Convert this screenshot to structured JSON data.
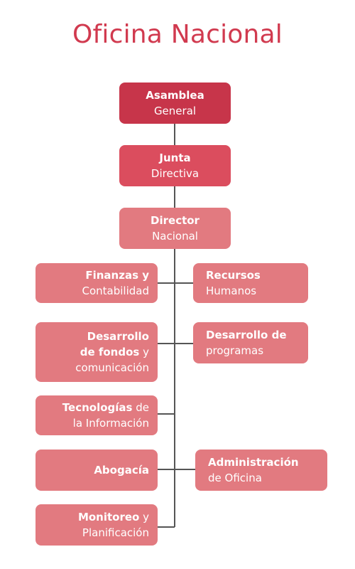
{
  "title": "Oficina Nacional",
  "chart_nodes": {
    "asamblea": {
      "bold": "Asamblea",
      "rest": "General"
    },
    "junta": {
      "bold": "Junta",
      "rest": "Directiva"
    },
    "director": {
      "bold": "Director",
      "rest": "Nacional"
    },
    "finanzas": {
      "line1_bold": "Finanzas y",
      "line2": "Contabilidad"
    },
    "recursos": {
      "line1_bold": "Recursos",
      "line2": "Humanos"
    },
    "desarrollo_fondos": {
      "line1_bold": "Desarrollo",
      "line2_bold": "de fondos",
      "line2_rest": " y",
      "line3": "comunicación"
    },
    "desarrollo_programas": {
      "line1_bold": "Desarrollo de",
      "line2": "programas"
    },
    "tecnologias": {
      "line1_bold": "Tecnologías",
      "line1_rest": " de",
      "line2": "la Información"
    },
    "abogacia": {
      "line1_bold": "Abogacía"
    },
    "administracion": {
      "line1_bold": "Administración",
      "line2": "de Oficina"
    },
    "monitoreo": {
      "line1_bold": "Monitoreo",
      "line1_rest": " y",
      "line2": "Planificación"
    }
  },
  "colors": {
    "title": "#d13a4f",
    "top": "#c7354a",
    "middle": "#db4d5e",
    "lower": "#e27a80",
    "connector": "#555555"
  }
}
